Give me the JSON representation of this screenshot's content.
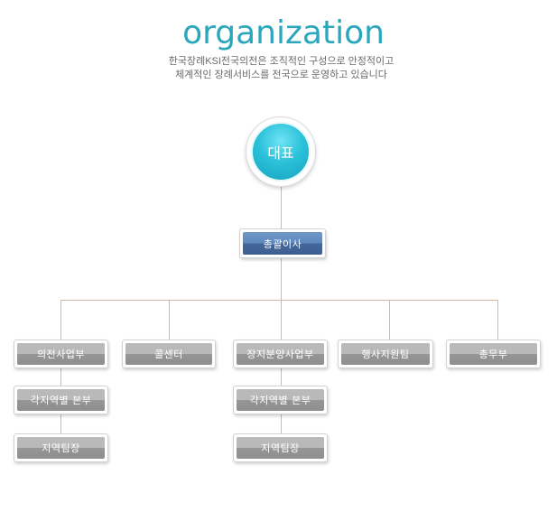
{
  "header": {
    "title": "organization",
    "subtitle_line1": "한국장례KSI전국의전은 조직적인 구성으로 안정적이고",
    "subtitle_line2": "체계적인 장례서비스를 전국으로 운영하고 있습니다"
  },
  "colors": {
    "title": "#2aa7bd",
    "ceo_circle": "#2cc2da",
    "director_box": "#5e88bd",
    "department_box": "#a3a3a3",
    "connector": "#d8b6a2"
  },
  "org": {
    "ceo": "대표",
    "director": "총괄이사",
    "departments": [
      {
        "name": "의전사업부",
        "children": [
          "각지역별 본부",
          "지역팀장"
        ]
      },
      {
        "name": "콜센터",
        "children": []
      },
      {
        "name": "장지분양사업부",
        "children": [
          "각지역별 본부",
          "지역팀장"
        ]
      },
      {
        "name": "행사지원팀",
        "children": []
      },
      {
        "name": "총무부",
        "children": []
      }
    ]
  }
}
